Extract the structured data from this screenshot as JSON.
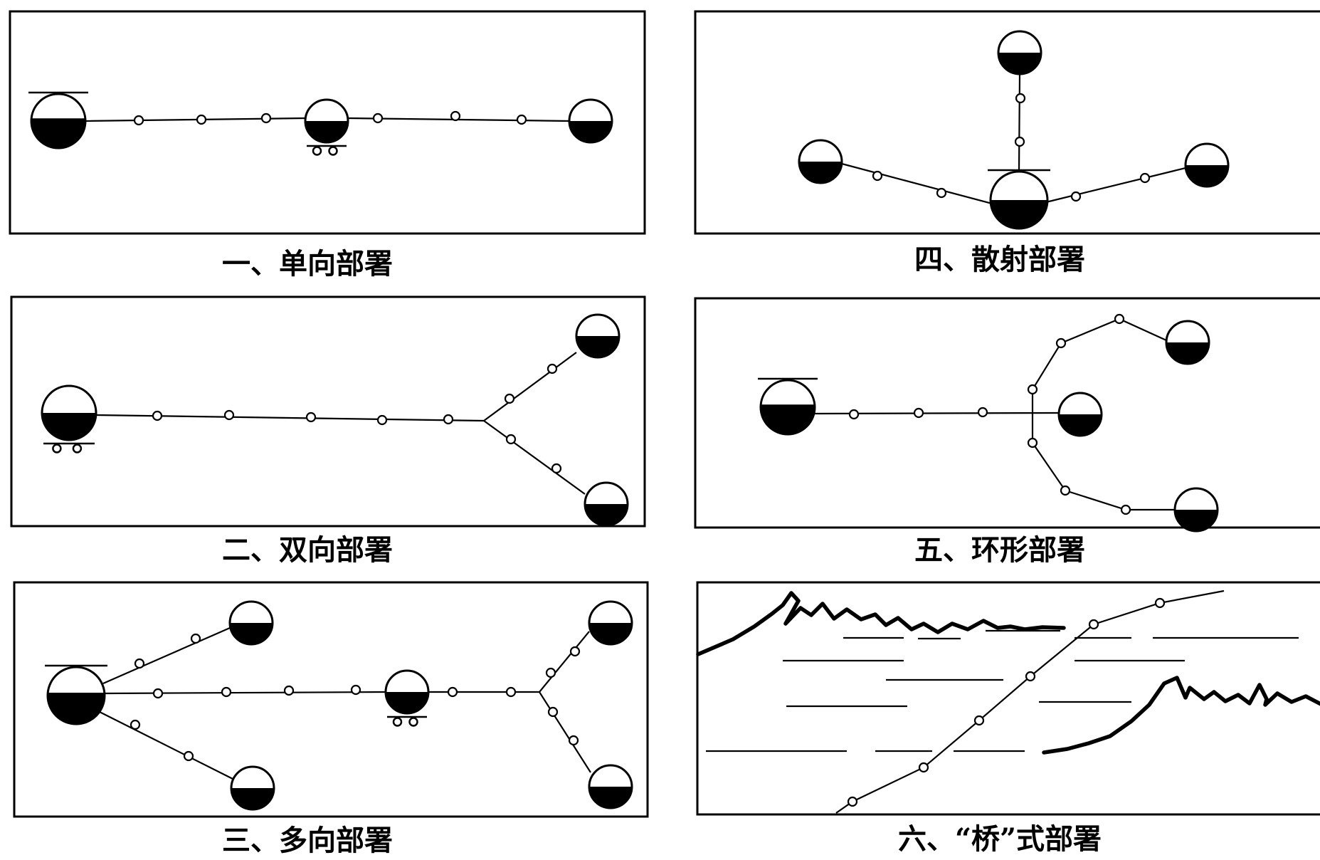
{
  "panels": [
    {
      "id": "p1",
      "caption": "一、单向部署"
    },
    {
      "id": "p2",
      "caption": "二、双向部署"
    },
    {
      "id": "p3",
      "caption": "三、多向部署"
    },
    {
      "id": "p4",
      "caption": "四、散射部署"
    },
    {
      "id": "p5",
      "caption": "五、环形部署"
    },
    {
      "id": "p6",
      "caption": "六、“桥”式部署"
    }
  ]
}
